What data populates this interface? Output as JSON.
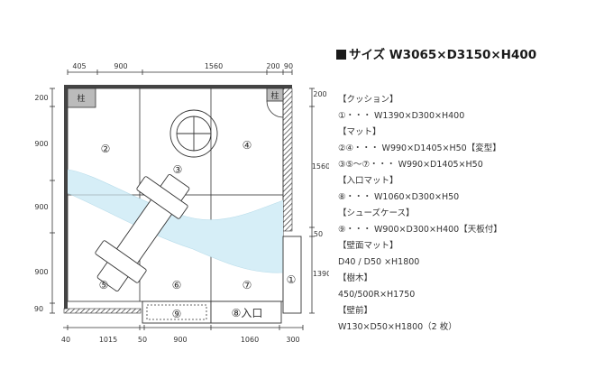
{
  "title": "サイズ W3065×D3150×H400",
  "diagram": {
    "top_dims": [
      "405",
      "900",
      "1560",
      "200",
      "90"
    ],
    "bottom_dims": [
      "40",
      "1015",
      "50",
      "900",
      "1060",
      "300"
    ],
    "left_dims": [
      "200",
      "900",
      "900",
      "900",
      "90"
    ],
    "right_dims": [
      "200",
      "1560",
      "50",
      "1390"
    ],
    "pillar_label": "柱",
    "zone_numbers": [
      "①",
      "②",
      "③",
      "④",
      "⑤",
      "⑥",
      "⑦",
      "⑨"
    ],
    "entrance_label": "⑧入口"
  },
  "specs": [
    "【クッション】",
    "①・・・ W1390×D300×H400",
    "【マット】",
    "②④・・・ W990×D1405×H50【変型】",
    "③⑤～⑦・・・ W990×D1405×H50",
    "【入口マット】",
    "⑧・・・ W1060×D300×H50",
    "【シューズケース】",
    "⑨・・・ W900×D300×H400【天板付】",
    "【壁面マット】",
    "D40 / D50 ×H1800",
    "【樹木】",
    "450/500R×H1750",
    "【壁前】",
    "W130×D50×H1800（2 枚）"
  ]
}
